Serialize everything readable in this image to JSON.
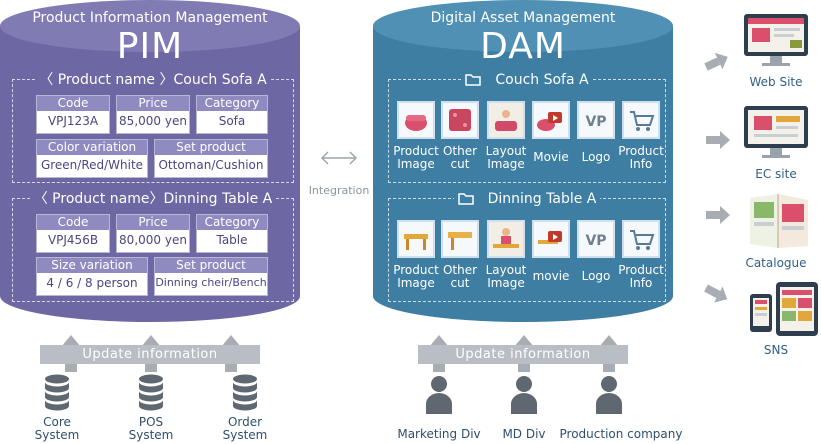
{
  "pim": {
    "subtitle": "Product Information Management",
    "title": "PIM",
    "products": [
      {
        "heading": "〈 Product name 〉Couch Sofa A",
        "rows": [
          [
            {
              "label": "Code",
              "value": "VPJ123A"
            },
            {
              "label": "Price",
              "value": "85,000 yen"
            },
            {
              "label": "Category",
              "value": "Sofa"
            }
          ],
          [
            {
              "label": "Color variation",
              "value": "Green/Red/White"
            },
            {
              "label": "Set product",
              "value": "Ottoman/Cushion"
            }
          ]
        ]
      },
      {
        "heading": "〈 Product name〉Dinning Table A",
        "rows": [
          [
            {
              "label": "Code",
              "value": "VPJ456B"
            },
            {
              "label": "Price",
              "value": "80,000 yen"
            },
            {
              "label": "Category",
              "value": "Table"
            }
          ],
          [
            {
              "label": "Size variation",
              "value": "4 / 6 / 8 person"
            },
            {
              "label": "Set product",
              "value": "Dinning cheir/Bench"
            }
          ]
        ]
      }
    ],
    "update_label": "Update information",
    "sources": [
      "Core System",
      "POS System",
      "Order System"
    ]
  },
  "integration": {
    "label": "Integration"
  },
  "dam": {
    "subtitle": "Digital Asset Management",
    "title": "DAM",
    "folders": [
      {
        "name": "Couch Sofa A",
        "assets": [
          "Product Image",
          "Other cut",
          "Layout Image",
          "Movie",
          "Logo",
          "Product Info"
        ]
      },
      {
        "name": "Dinning Table A",
        "assets": [
          "Product Image",
          "Other cut",
          "Layout Image",
          "movie",
          "Logo",
          "Product Info"
        ]
      }
    ],
    "update_label": "Update information",
    "sources": [
      "Marketing Div",
      "MD Div",
      "Production company"
    ]
  },
  "outputs": [
    "Web Site",
    "EC site",
    "Catalogue",
    "SNS"
  ],
  "colors": {
    "pim": "#6d68a4",
    "pim_top": "#807bb3",
    "dam": "#3d7ea2",
    "dam_top": "#4f90b4",
    "source": "#5f6770",
    "arrow": "#a7adb3"
  }
}
